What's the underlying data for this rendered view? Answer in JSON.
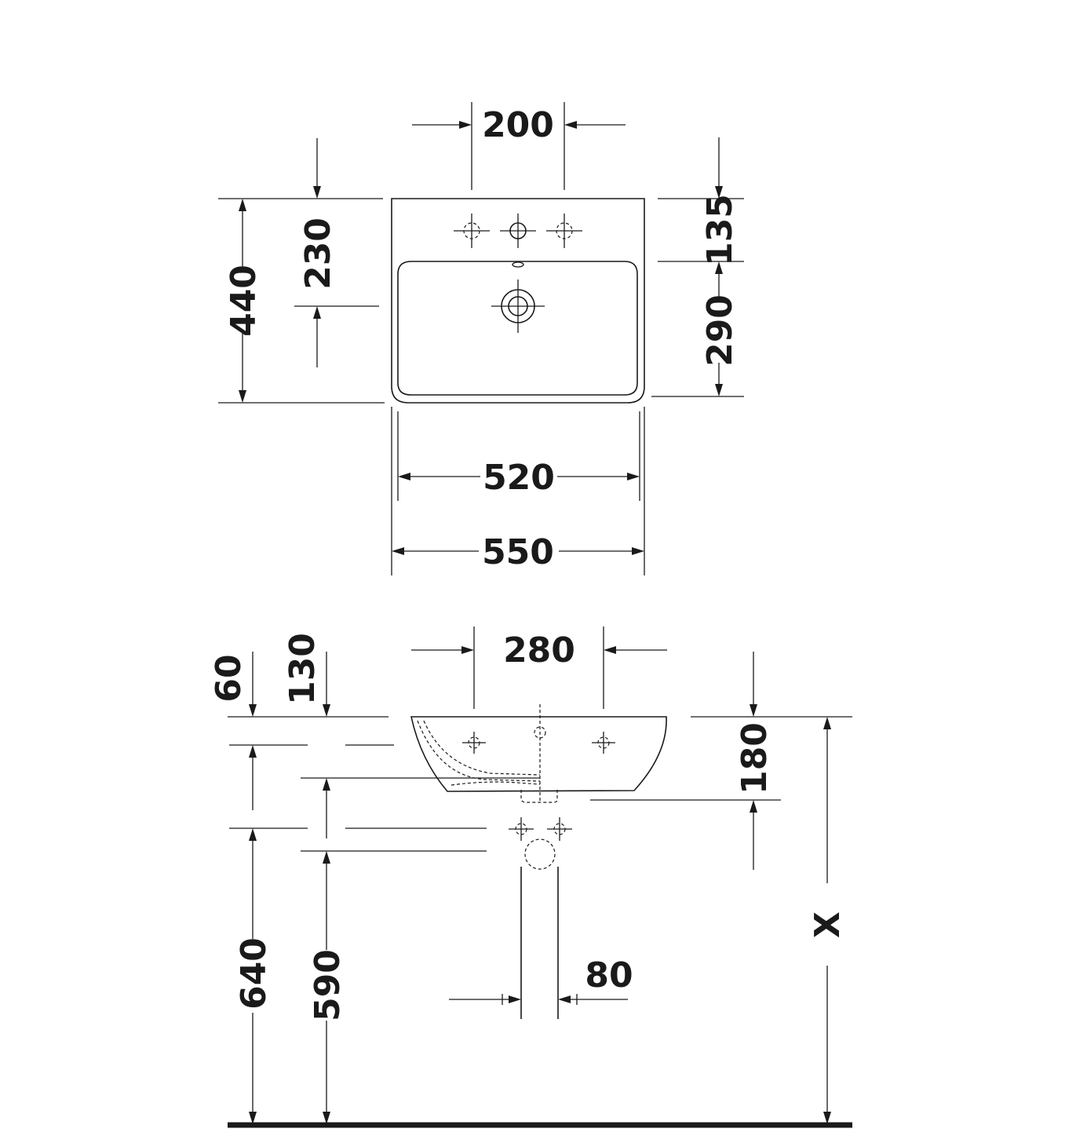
{
  "top_view": {
    "dim_tap_spacing": "200",
    "dim_depth_total": "440",
    "dim_overflow_position": "230",
    "dim_front_to_tap": "135",
    "dim_bowl_depth": "290",
    "dim_bowl_width": "520",
    "dim_total_width": "550"
  },
  "side_view": {
    "dim_fixing_spacing": "280",
    "dim_rim_thickness": "60",
    "dim_bowl_height": "130",
    "dim_basin_height": "180",
    "dim_fixing_height": "640",
    "dim_waste_height": "590",
    "dim_waste_diameter": "80",
    "dim_rim_height_variable": "X"
  }
}
